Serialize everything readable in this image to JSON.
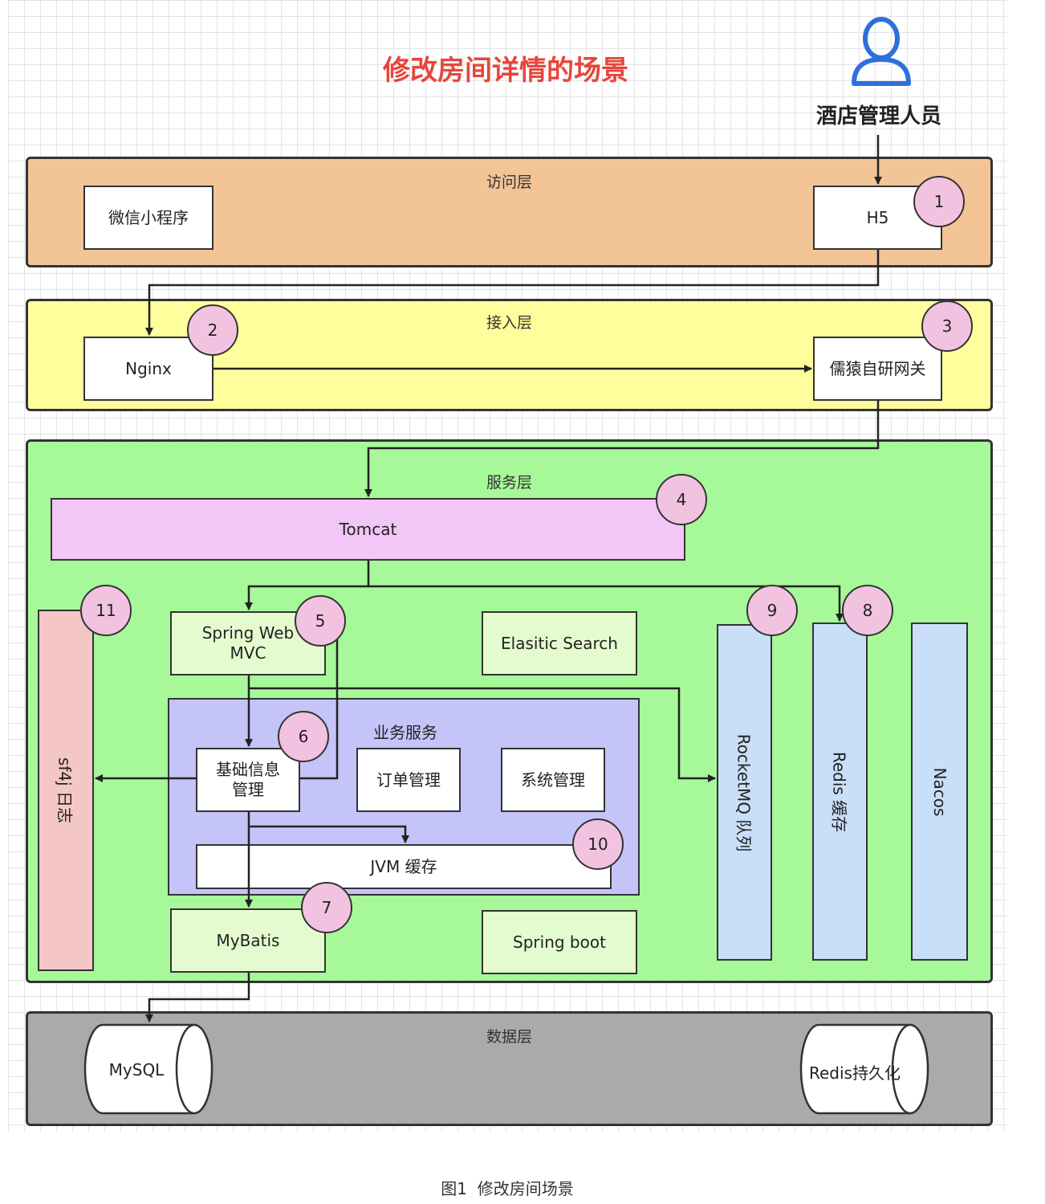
{
  "title": "修改房间详情的场景",
  "actor": {
    "label": "酒店管理人员",
    "icon": "user-icon"
  },
  "layers": {
    "access": {
      "title": "访问层",
      "color": "#f3c496"
    },
    "ingress": {
      "title": "接入层",
      "color": "#fffe9c"
    },
    "service": {
      "title": "服务层",
      "color": "#a6f899"
    },
    "data": {
      "title": "数据层",
      "color": "#aaaaaa"
    }
  },
  "nodes": {
    "wechat": "微信小程序",
    "h5": "H5",
    "nginx": "Nginx",
    "gateway": "儒猿自研网关",
    "tomcat": "Tomcat",
    "spring_web_mvc": "Spring Web MVC",
    "elasticsearch": "Elasitic Search",
    "business_group": "业务服务",
    "basic_info": "基础信息管理",
    "order_mgmt": "订单管理",
    "system_mgmt": "系统管理",
    "jvm_cache": "JVM 缓存",
    "mybatis": "MyBatis",
    "spring_boot": "Spring boot",
    "slf4j": "sf4j 日志",
    "rocketmq": "RocketMQ 队列",
    "redis_cache": "Redis 缓存",
    "nacos": "Nacos",
    "mysql": "MySQL",
    "redis_persist": "Redis持久化"
  },
  "badges": [
    "1",
    "2",
    "3",
    "4",
    "5",
    "6",
    "7",
    "8",
    "9",
    "10",
    "11"
  ],
  "colors": {
    "title_red": "#e8453c",
    "actor_blue": "#2f6fdc",
    "tomcat": "#f2c6f6",
    "light_green_box": "#e4fbcf",
    "business_group": "#c4c4f8",
    "slf4j": "#f5c6c6",
    "queue_blue": "#c9def8",
    "badge": "#f2c3e0"
  },
  "caption": "图1  修改房间场景"
}
